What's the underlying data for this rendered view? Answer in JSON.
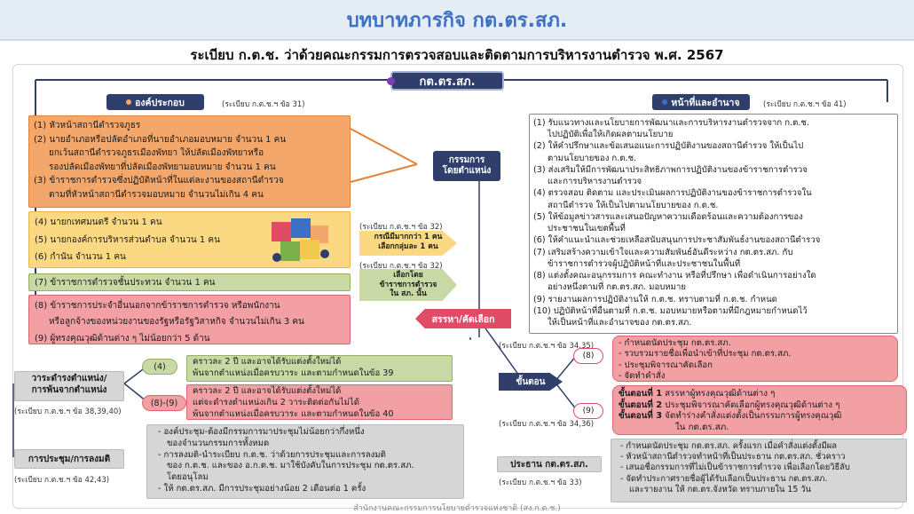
{
  "header": {
    "title": "บทบาทภารกิจ กต.ตร.สภ."
  },
  "regulation_title": "ระเบียบ ก.ต.ช. ว่าด้วยคณะกรรมการตรวจสอบและติดตามการบริหารงานตำรวจ พ.ศ. 2567",
  "center_node": "กต.ตร.สภ.",
  "composition": {
    "label": "องค์ประกอบ",
    "ref": "(ระเบียบ ก.ต.ช.ฯ ข้อ 31)",
    "group1": [
      "(1) หัวหน้าสถานีตำรวจภูธร",
      "(2) นายอำเภอหรือปลัดอำเภอที่นายอำเภอมอบหมาย จำนวน 1 คน",
      "ยกเว้นสถานีตำรวจภูธรเมืองพัทยา ให้ปลัดเมืองพัทยาหรือ",
      "รองปลัดเมืองพัทยาที่ปลัดเมืองพัทยามอบหมาย จำนวน 1 คน",
      "(3) ข้าราชการตำรวจซึ่งปฏิบัติหน้าที่ในแต่ละงานของสถานีตำรวจ",
      "ตามที่หัวหน้าสถานีตำรวจมอบหมาย จำนวนไม่เกิน 4 คน"
    ],
    "group2": [
      "(4) นายกเทศมนตรี จำนวน 1 คน",
      "(5) นายกองค์การบริหารส่วนตำบล จำนวน 1 คน",
      "(6) กำนัน จำนวน 1 คน"
    ],
    "group3": [
      "(7) ข้าราชการตำรวจชั้นประทวน จำนวน 1 คน"
    ],
    "group4": [
      "(8) ข้าราชการประจำอื่นนอกจากข้าราชการตำรวจ หรือพนักงาน",
      "หรือลูกจ้างของหน่วยงานของรัฐหรือรัฐวิสาหกิจ จำนวนไม่เกิน 3 คน",
      "(9) ผู้ทรงคุณวุฒิด้านต่าง ๆ ไม่น้อยกว่า 5 ด้าน"
    ]
  },
  "ex_officio": "กรรมการ\nโดยตำแหน่ง",
  "note1": {
    "ref": "(ระเบียบ ก.ต.ช.ฯ ข้อ 32)",
    "text": "กรณีมีมากกว่า 1 คน\nเลือกกลุ่มละ 1 คน"
  },
  "note2": {
    "ref": "(ระเบียบ ก.ต.ช.ฯ ข้อ 32)",
    "text": "เลือกโดย\nข้าราชการตำรวจ\nใน สภ. นั้น"
  },
  "recruit": "สรรหา/คัดเลือก",
  "duties": {
    "label": "หน้าที่และอำนาจ",
    "ref": "(ระเบียบ ก.ต.ช.ฯ ข้อ 41)",
    "lines": [
      "(1) รับแนวทางและนโยบายการพัฒนาและการบริหารงานตำรวจจาก ก.ต.ช.",
      "ไปปฏิบัติเพื่อให้เกิดผลตามนโยบาย",
      "(2) ให้คำปรึกษาและข้อเสนอแนะการปฏิบัติงานของสถานีตำรวจ ให้เป็นไป",
      "ตามนโยบายของ ก.ต.ช.",
      "(3) ส่งเสริมให้มีการพัฒนาประสิทธิภาพการปฏิบัติงานของข้าราชการตำรวจ",
      "และการบริหารงานตำรวจ",
      "(4) ตรวจสอบ ติดตาม และประเมินผลการปฏิบัติงานของข้าราชการตำรวจใน",
      "สถานีตำรวจ ให้เป็นไปตามนโยบายของ ก.ต.ช.",
      "(5) ให้ข้อมูลข่าวสารและเสนอปัญหาความเดือดร้อนและความต้องการของ",
      "ประชาชนในเขตพื้นที่",
      "(6) ให้คำแนะนำและช่วยเหลือสนับสนุนการประชาสัมพันธ์งานของสถานีตำรวจ",
      "(7) เสริมสร้างความเข้าใจและความสัมพันธ์อันดีระหว่าง กต.ตร.สภ. กับ",
      "ข้าราชการตำรวจผู้ปฏิบัติหน้าที่และประชาชนในพื้นที่",
      "(8) แต่งตั้งคณะอนุกรรมการ คณะทำงาน หรือที่ปรึกษา เพื่อดำเนินการอย่างใด",
      "อย่างหนึ่งตามที่ กต.ตร.สภ. มอบหมาย",
      "(9) รายงานผลการปฏิบัติงานให้ ก.ต.ช. ทราบตามที่ ก.ต.ช. กำหนด",
      "(10) ปฏิบัติหน้าที่อื่นตามที่ ก.ต.ช. มอบหมายหรือตามที่มีกฎหมายกำหนดไว้",
      "ให้เป็นหน้าที่และอำนาจของ กต.ตร.สภ."
    ]
  },
  "steps": {
    "label": "ขั้นตอน",
    "ref8": "(ระเบียบ ก.ต.ช.ฯ ข้อ 34,35)",
    "tag8": "(8)",
    "items8": [
      "- กำหนดนัดประชุม กต.ตร.สภ.",
      "- รวบรวมรายชื่อเพื่อนำเข้าที่ประชุม กต.ตร.สภ.",
      "- ประชุมพิจารณาคัดเลือก",
      "- จัดทำคำสั่ง"
    ],
    "ref9": "(ระเบียบ ก.ต.ช.ฯ ข้อ 34,36)",
    "tag9": "(9)",
    "items9": [
      {
        "head": "ขั้นตอนที่ 1",
        "text": " สรรหาผู้ทรงคุณวุฒิด้านต่าง ๆ"
      },
      {
        "head": "ขั้นตอนที่ 2",
        "text": " ประชุมพิจารณาคัดเลือกผู้ทรงคุณวุฒิด้านต่าง ๆ"
      },
      {
        "head": "ขั้นตอนที่ 3",
        "text": " จัดทำร่างคำสั่งแต่งตั้งเป็นกรรมการผู้ทรงคุณวุฒิ"
      },
      {
        "head": "",
        "text": "ใน กต.ตร.สภ."
      }
    ]
  },
  "term": {
    "label": "วาระดำรงตำแหน่ง/\nการพ้นจากตำแหน่ง",
    "ref": "(ระเบียบ ก.ต.ช.ฯ ข้อ 38,39,40)",
    "tag4": "(4)",
    "lines4": [
      "คราวละ 2 ปี และอาจได้รับแต่งตั้งใหม่ได้",
      "พ้นจากตำแหน่งเมื่อครบวาระ และตามกำหนดในข้อ 39"
    ],
    "tag89": "(8)-(9)",
    "lines89": [
      "คราวละ 2 ปี และอาจได้รับแต่งตั้งใหม่ได้",
      "แต่จะดำรงตำแหน่งเกิน 2 วาระติดต่อกันไม่ได้",
      "พ้นจากตำแหน่งเมื่อครบวาระ และตามกำหนดในข้อ 40"
    ]
  },
  "meeting": {
    "label": "การประชุม/การลงมติ",
    "ref": "(ระเบียบ ก.ต.ช.ฯ ข้อ 42,43)",
    "lines": [
      "- องค์ประชุม-ต้องมีกรรมการมาประชุมไม่น้อยกว่ากึ่งหนึ่ง",
      "ของจำนวนกรรมการทั้งหมด",
      "- การลงมติ-นำระเบียบ ก.ต.ช. ว่าด้วยการประชุมและการลงมติ",
      "ของ ก.ต.ช. และของ อ.ก.ต.ช. มาใช้บังคับในการประชุม กต.ตร.สภ.",
      "โดยอนุโลม",
      "- ให้ กต.ตร.สภ. มีการประชุมอย่างน้อย 2 เดือนต่อ 1 ครั้ง"
    ]
  },
  "chair": {
    "label": "ประธาน กต.ตร.สภ.",
    "ref": "(ระเบียบ ก.ต.ช.ฯ ข้อ 33)",
    "lines": [
      "- กำหนดนัดประชุม กต.ตร.สภ. ครั้งแรก เมื่อคำสั่งแต่งตั้งมีผล",
      "- หัวหน้าสถานีตำรวจทำหน้าที่เป็นประธาน กต.ตร.สภ. ชั่วคราว",
      "- เสนอชื่อกรรมการที่ไม่เป็นข้าราชการตำรวจ เพื่อเลือกโดยวิธีลับ",
      "- จัดทำประกาศรายชื่อผู้ได้รับเลือกเป็นประธาน กต.ตร.สภ.",
      "และรายงาน ให้ กต.ตร.จังหวัด ทราบภายใน 15 วัน"
    ]
  },
  "footer": "สำนักงานคณะกรรมการนโยบายตำรวจแห่งชาติ (สง.ก.ต.ช.)",
  "colors": {
    "navy": "#2f3e6b",
    "orange": "#f4a76a",
    "yellow": "#fbd983",
    "green": "#c9d9a6",
    "pink": "#f3a0a5",
    "red": "#e04b68",
    "title_blue": "#3b70c4"
  }
}
